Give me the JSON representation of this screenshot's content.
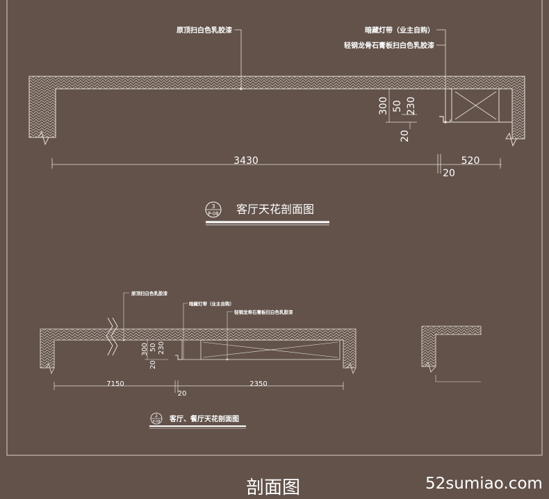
{
  "section1": {
    "title": "客厅天花剖面图",
    "badge_top": "3",
    "badge_bottom": "P-08",
    "labels": {
      "ceiling_paint": "原顶扫白色乳胶漆",
      "hidden_light": "暗藏灯带（业主自购）",
      "gypsum_board": "轻钢龙骨石膏板扫白色乳胶漆"
    },
    "dims": {
      "width_main": "3430",
      "width_right": "520",
      "gap": "20",
      "drop_300": "300",
      "drop_50": "50",
      "drop_230": "230",
      "small_20": "20"
    }
  },
  "section2": {
    "title": "客厅、餐厅天花剖面图",
    "badge_top": "2",
    "badge_bottom": "P-08",
    "labels": {
      "ceiling_paint": "原顶扫白色乳胶漆",
      "hidden_light": "暗藏灯带（业主自购）",
      "gypsum_board": "轻钢龙骨石膏板扫白色乳胶漆"
    },
    "dims": {
      "width_left": "7150",
      "width_right": "2350",
      "gap": "20",
      "drop_300": "300",
      "drop_50": "50",
      "drop_230": "230",
      "small_20": "20"
    }
  },
  "footer": {
    "label": "剖面图",
    "brand": "52sumiao.com"
  },
  "colors": {
    "background": "#62524a",
    "line": "#e8e2dc",
    "text": "#ffffff"
  }
}
